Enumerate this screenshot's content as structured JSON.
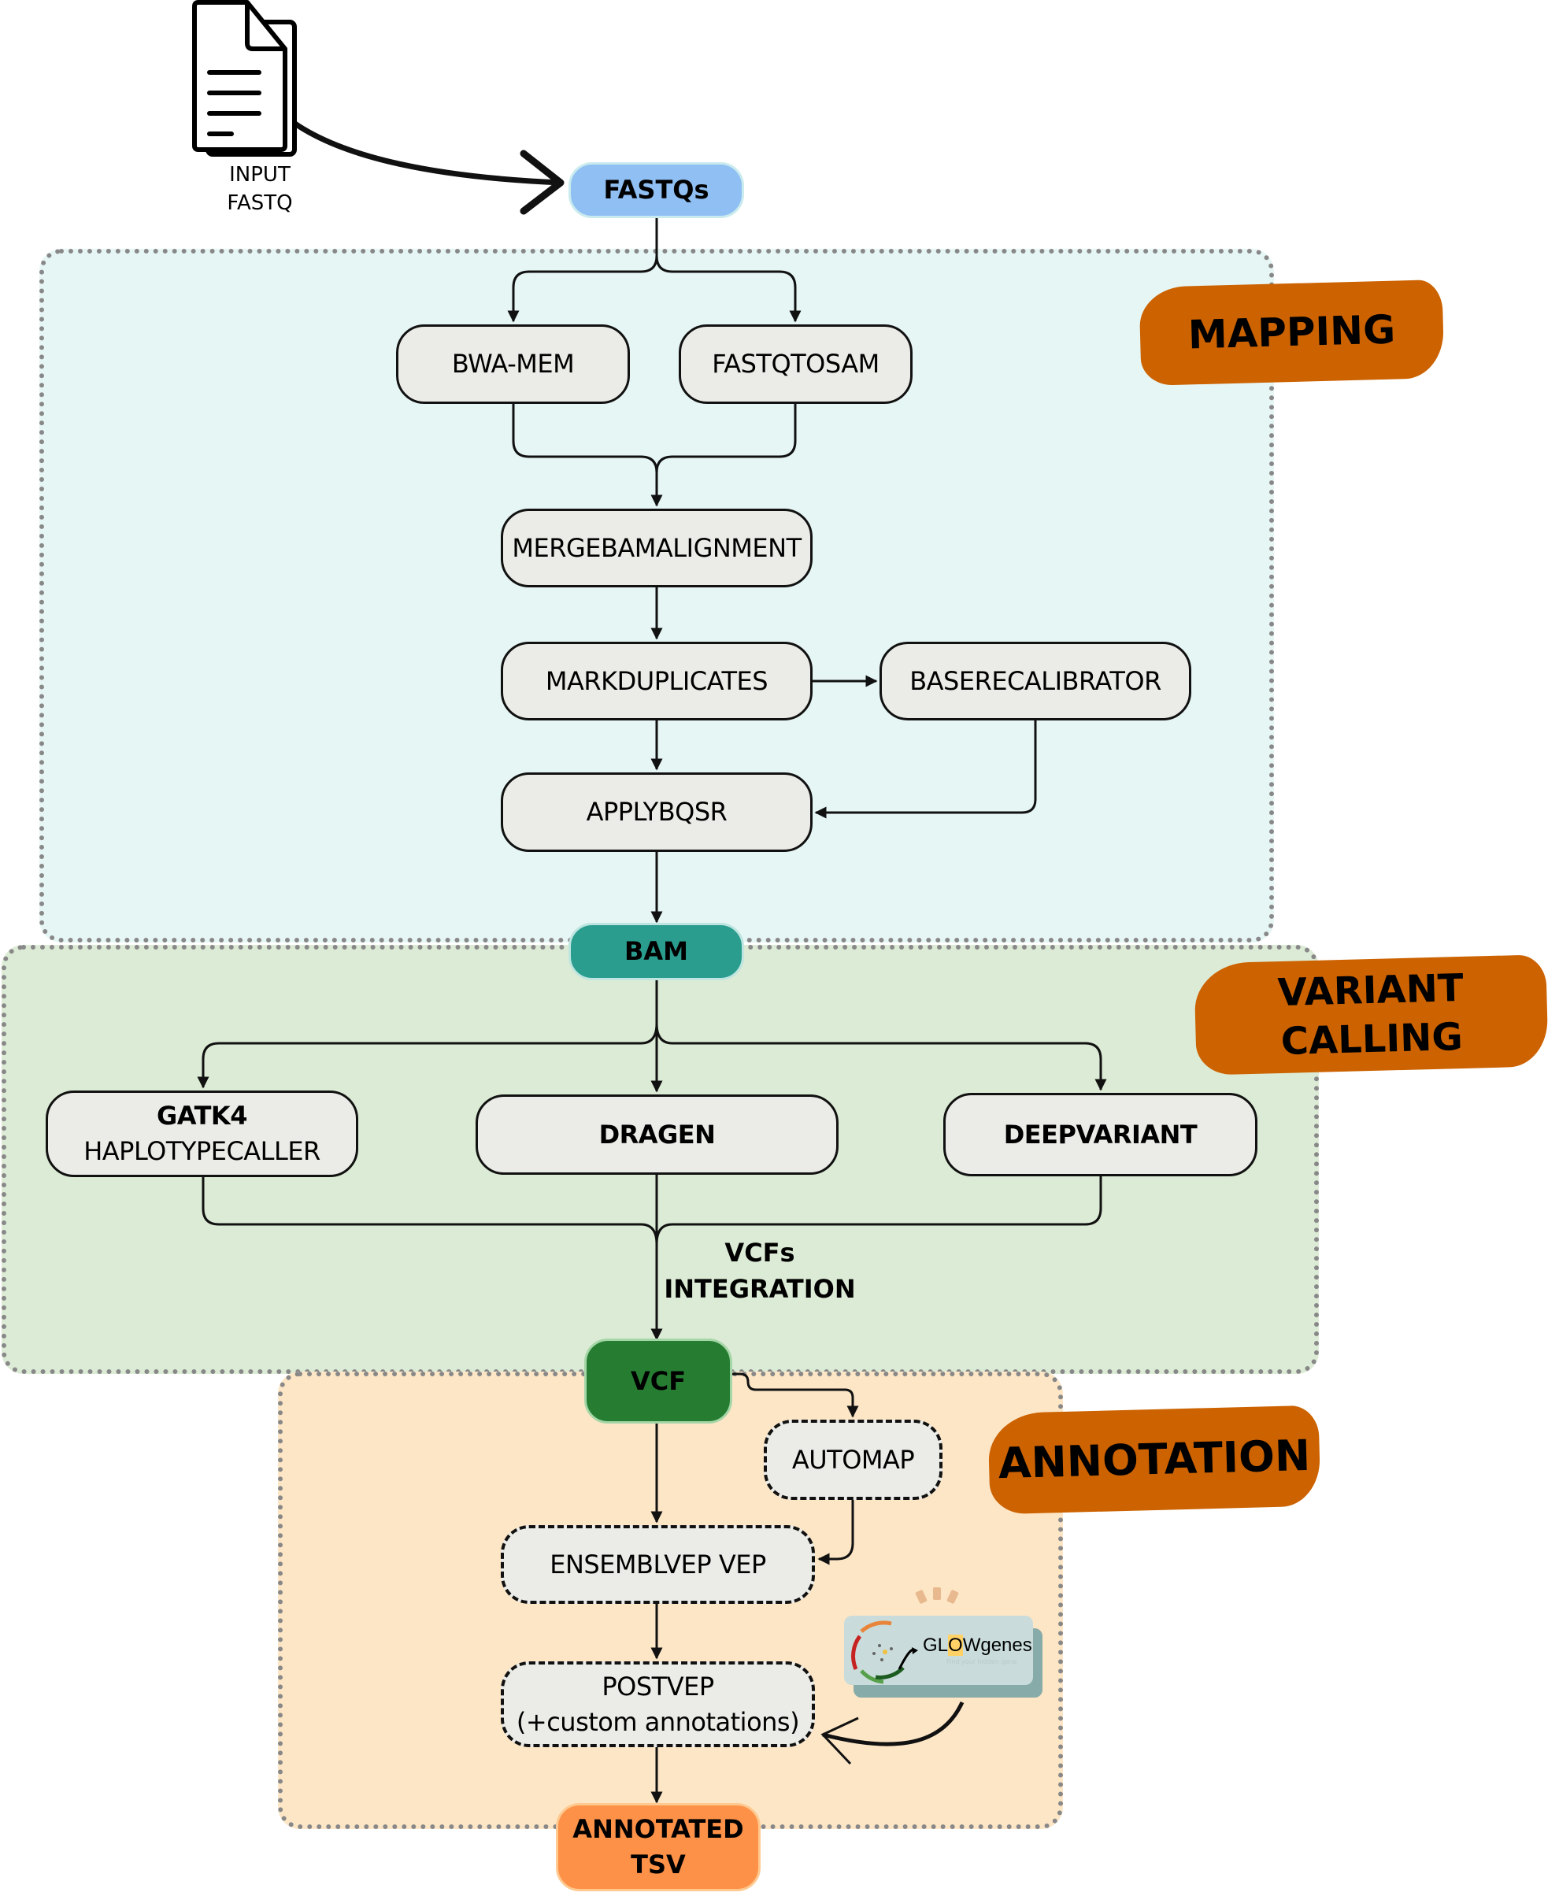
{
  "input": {
    "label_line1": "INPUT",
    "label_line2": "FASTQ",
    "icon": "document-stack-icon"
  },
  "sections": {
    "mapping": {
      "label": "MAPPING",
      "background": "#e6f6f5"
    },
    "variant_calling": {
      "label_line1": "VARIANT",
      "label_line2": "CALLING",
      "background": "#dcebd5"
    },
    "annotation": {
      "label": "ANNOTATION",
      "background": "#fde6c6"
    },
    "label_color": "#cc6200"
  },
  "data_nodes": {
    "fastqs": {
      "label": "FASTQs",
      "color": "#8fbff3"
    },
    "bam": {
      "label": "BAM",
      "color": "#2a9d8f"
    },
    "vcf": {
      "label": "VCF",
      "color": "#267d32"
    },
    "annotated_tsv": {
      "label_line1": "ANNOTATED",
      "label_line2": "TSV",
      "color": "#fd9148"
    }
  },
  "steps": {
    "bwa_mem": "BWA-MEM",
    "fastqtosam": "FASTQTOSAM",
    "mergebamalignment": "MERGEBAMALIGNMENT",
    "markduplicates": "MARKDUPLICATES",
    "baserecalibrator": "BASERECALIBRATOR",
    "applybqsr": "APPLYBQSR",
    "gatk4_line1": "GATK4",
    "gatk4_line2": "HAPLOTYPECALLER",
    "dragen": "DRAGEN",
    "deepvariant": "DEEPVARIANT",
    "automap": "AUTOMAP",
    "ensemblvep": "ENSEMBLVEP VEP",
    "postvep_line1": "POSTVEP",
    "postvep_line2": "(+custom annotations)"
  },
  "edge_labels": {
    "vcfs_integration_line1": "VCFs",
    "vcfs_integration_line2": "INTEGRATION"
  },
  "glowgenes": {
    "prefix": "GL",
    "highlight": "O",
    "suffix_caps": "W",
    "suffix": "genes",
    "tagline": "Find your hidden gene",
    "highlight_color": "#ffd166"
  }
}
